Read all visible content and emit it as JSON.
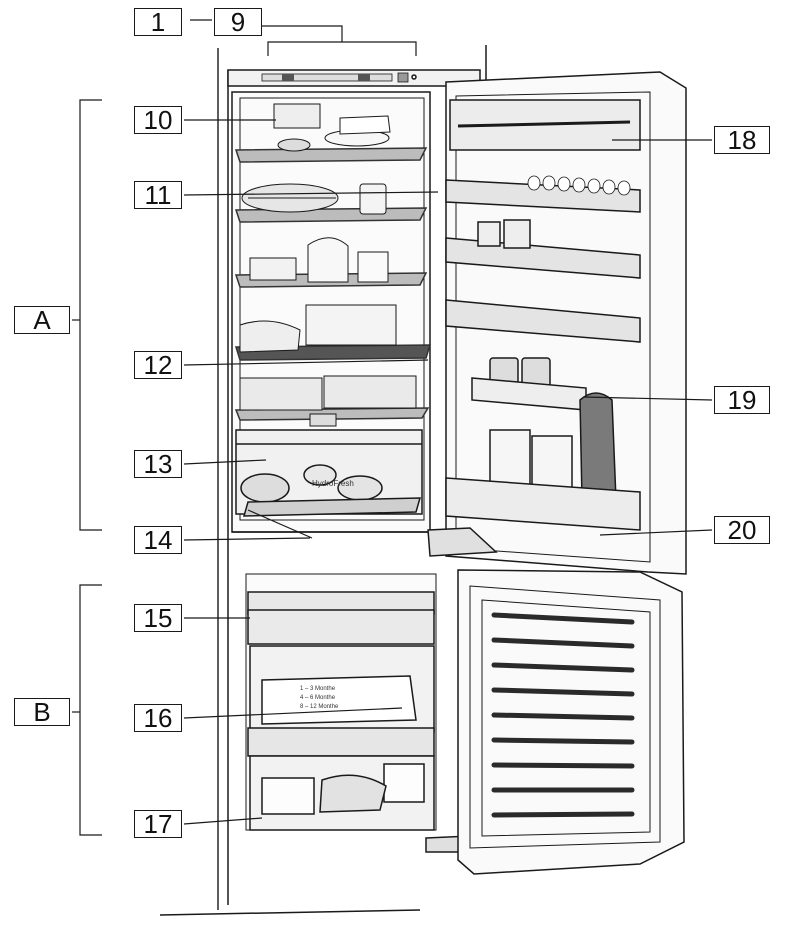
{
  "labels": {
    "l1": "1",
    "l9": "9",
    "l10": "10",
    "l11": "11",
    "l12": "12",
    "l13": "13",
    "l14": "14",
    "l15": "15",
    "l16": "16",
    "l17": "17",
    "l18": "18",
    "l19": "19",
    "l20": "20",
    "lA": "A",
    "lB": "B"
  },
  "drawer_texts": {
    "hydrofresh": "HydroFresh",
    "months": [
      "1 – 3 Monthe",
      "4 – 6 Monthe",
      "8 – 12 Monthe"
    ]
  },
  "colors": {
    "line": "#1a1a1a",
    "shelf_glass": "#8a8a8a",
    "panel": "#f4f4f4"
  }
}
